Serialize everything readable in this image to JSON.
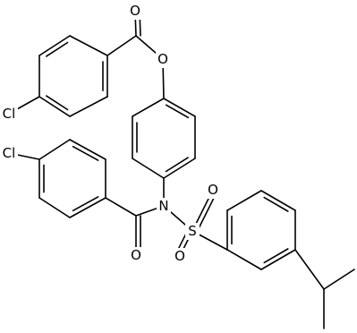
{
  "colors": {
    "background": "#ffffff",
    "bond": "#000000",
    "label": "#000000"
  },
  "atom_labels": {
    "carbonyl_o_ester": "O",
    "ester_o": "O",
    "cl_top": "Cl",
    "cl_mid": "Cl",
    "amide_n": "N",
    "amide_o": "O",
    "sulfur": "S",
    "sulfonyl_o_upper": "O",
    "sulfonyl_o_lower": "O"
  }
}
